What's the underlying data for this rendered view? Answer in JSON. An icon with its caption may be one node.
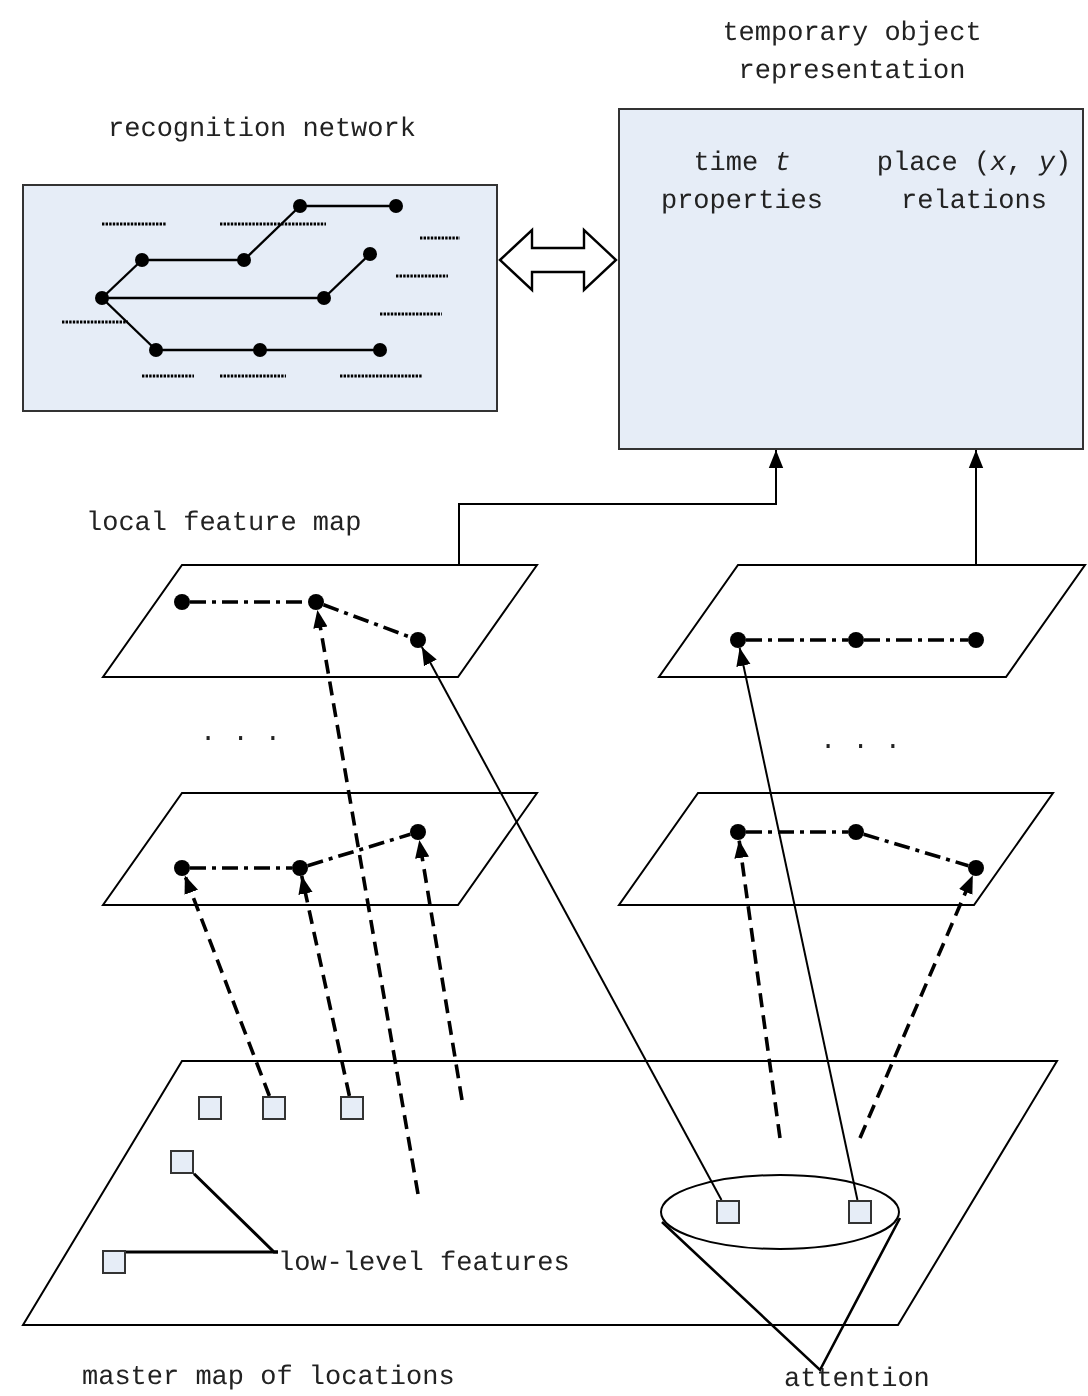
{
  "diagram": {
    "nodes": [
      {
        "text": [
          "recognition network"
        ]
      },
      {
        "text": [
          "temporary object representation",
          "time *t* properties",
          "place (*x*, *y*) relations"
        ]
      },
      {
        "text": [],
        "shape": "parallelogram"
      },
      {
        "text": [],
        "shape": "circle",
        "in": 2
      },
      {
        "text": [],
        "shape": "circle",
        "in": 2
      },
      {
        "text": [],
        "shape": "circle",
        "in": 2
      },
      {
        "text": [],
        "shape": "parallelogram"
      },
      {
        "text": [],
        "shape": "circle",
        "in": 6
      },
      {
        "text": [],
        "shape": "circle",
        "in": 6
      },
      {
        "text": [],
        "shape": "circle",
        "in": 6
      },
      {
        "text": [],
        "shape": "parallelogram"
      },
      {
        "text": [],
        "shape": "circle",
        "in": 10
      },
      {
        "text": [],
        "shape": "circle",
        "in": 10
      },
      {
        "text": [],
        "shape": "circle",
        "in": 10
      },
      {
        "text": [],
        "shape": "parallelogram"
      },
      {
        "text": [],
        "shape": "circle",
        "in": 14
      },
      {
        "text": [],
        "shape": "circle",
        "in": 14
      },
      {
        "text": [],
        "shape": "circle",
        "in": 14
      },
      {
        "text": [
          "master map of locations"
        ]
      },
      {
        "text": [],
        "shape": "box",
        "in": 18
      },
      {
        "text": [],
        "shape": "box",
        "in": 18
      },
      {
        "text": [],
        "shape": "box",
        "in": 18
      },
      {
        "text": [],
        "shape": "box",
        "in": 18
      },
      {
        "text": [],
        "shape": "box",
        "in": 18
      },
      {
        "text": [
          "low-level features"
        ],
        "in": 18
      },
      {
        "text": [],
        "shape": "ellipse",
        "in": 18
      },
      {
        "text": [],
        "shape": "box",
        "in": 25
      },
      {
        "text": [],
        "shape": "box",
        "in": 25
      }
    ],
    "edges": [
      {
        "from": 0,
        "to": 1,
        "arrow": "both",
        "style": "thick"
      },
      {
        "from": 2,
        "to": 1,
        "arrow": "to"
      },
      {
        "from": 6,
        "to": 1,
        "arrow": "to"
      },
      {
        "from": 20,
        "to": 11,
        "arrow": "to",
        "style": "dashed"
      },
      {
        "from": 21,
        "to": 12,
        "arrow": "to",
        "style": "dashed"
      },
      {
        "from": null,
        "to": 4,
        "arrow": "to",
        "style": "dashed"
      },
      {
        "from": null,
        "to": 13,
        "arrow": "to",
        "style": "dashed"
      },
      {
        "from": 26,
        "to": 5,
        "arrow": "to"
      },
      {
        "from": null,
        "to": 15,
        "arrow": "to",
        "style": "dashed"
      },
      {
        "from": 27,
        "to": 7,
        "arrow": "to"
      },
      {
        "from": null,
        "to": 17,
        "arrow": "to",
        "style": "dashed"
      },
      {
        "from": 3,
        "to": 4,
        "arrow": "none",
        "style": "dashed"
      },
      {
        "from": 4,
        "to": 5,
        "arrow": "none",
        "style": "dashed"
      },
      {
        "from": 7,
        "to": 8,
        "arrow": "none",
        "style": "dashed"
      },
      {
        "from": 8,
        "to": 9,
        "arrow": "none",
        "style": "dashed"
      },
      {
        "from": 11,
        "to": 12,
        "arrow": "none",
        "style": "dashed"
      },
      {
        "from": 12,
        "to": 13,
        "arrow": "none",
        "style": "dashed"
      },
      {
        "from": 15,
        "to": 16,
        "arrow": "none",
        "style": "dashed"
      },
      {
        "from": 16,
        "to": 17,
        "arrow": "none",
        "style": "dashed"
      },
      {
        "from": 24,
        "to": 22,
        "arrow": "none"
      },
      {
        "from": 24,
        "to": 23,
        "arrow": "none"
      }
    ],
    "labels": [
      "local feature map",
      ". . .",
      ". . .",
      "attention"
    ]
  }
}
